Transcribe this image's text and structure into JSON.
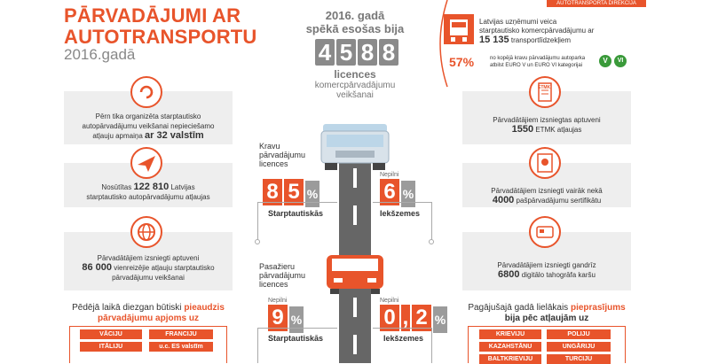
{
  "header": {
    "title_line1": "PĀRVADĀJUMI AR",
    "title_line2": "AUTOTRANSPORTU",
    "year": "2016.gadā",
    "agency": "AUTOTRANSPORTA DIREKCIJA"
  },
  "center": {
    "intro_line1": "2016. gadā",
    "intro_line2": "spēkā esošas bija",
    "digits": [
      "4",
      "5",
      "8",
      "8"
    ],
    "licences": "licences",
    "purpose_line1": "komercpārvadājumu",
    "purpose_line2": "veikšanai"
  },
  "freight": {
    "label_line1": "Kravu",
    "label_line2": "pārvadājumu",
    "label_line3": "licences",
    "intl_digits": [
      "8",
      "5"
    ],
    "intl_pct": "%",
    "intl_label": "Starptautiskās",
    "dom_note": "Nepilni",
    "dom_digits": [
      "6"
    ],
    "dom_pct": "%",
    "dom_label": "Iekšzemes"
  },
  "passenger": {
    "label_line1": "Pasažieru",
    "label_line2": "pārvadājumu",
    "label_line3": "licences",
    "intl_note": "Nepilni",
    "intl_digits": [
      "9"
    ],
    "intl_pct": "%",
    "intl_label": "Starptautiskās",
    "dom_note": "Nepilni",
    "dom_digits": [
      "0",
      ",",
      "2"
    ],
    "dom_pct": "%",
    "dom_label": "Iekšzemes"
  },
  "right_top": {
    "line1": "Latvijas uzņēmumi veica",
    "line2": "starptautisko komercpārvadājumu ar",
    "count": "15 135",
    "count_suffix": "transportlīdzekļiem",
    "pct": "57%",
    "pct_line1": "no kopējā kravu pārvadājumu autoparka",
    "pct_line2": "atbilst EURO V un EURO VI kategorijai",
    "badge_v": "V",
    "badge_vi": "VI"
  },
  "left_panels": [
    {
      "line1": "Pērn tika organizēta starptautisko",
      "line2": "autopārvadājumu veikšanai nepieciešamo",
      "line3_pre": "atļauju apmaiņa",
      "bold": "ar 32 valstīm"
    },
    {
      "pre": "Nosūtītas",
      "bold": "122 810",
      "post": "Latvijas",
      "line2": "starptautisko autopārvadājumu atļaujas"
    },
    {
      "line1": "Pārvadātājiem izsniegti aptuveni",
      "bold": "86 000",
      "post": "vienreizējie atļauju starptautisko",
      "line3": "pārvadājumu veikšanai"
    }
  ],
  "right_panels": [
    {
      "ecmt_label": "ETMK",
      "line1": "Pārvadātājiem izsniegtas aptuveni",
      "bold": "1550",
      "post": "ETMK atļaujas"
    },
    {
      "line1": "Pārvadātājiem izsniegti vairāk nekā",
      "bold": "4000",
      "post": "pašpārvadājumu sertifikātu"
    },
    {
      "line1": "Pārvadātājiem izsniegti gandrīz",
      "bold": "6800",
      "post": "digitālo tahogrāfa karšu"
    }
  ],
  "left_bottom": {
    "line1_pre": "Pēdējā laikā diezgan būtiski",
    "line1_bold": "pieaudzis",
    "line2_bold": "pārvadājumu apjoms uz",
    "countries": [
      "VĀCIJU",
      "FRANCIJU",
      "ITĀLIJU",
      "u.c. ES valstīm"
    ]
  },
  "right_bottom": {
    "line1_pre": "Pagājušajā gadā lielākais",
    "line1_bold": "pieprasījums",
    "line2": "bija pēc atļaujām uz",
    "countries": [
      "KRIEVIJU",
      "POLIJU",
      "KAZAHSTĀNU",
      "UNGĀRIJU",
      "BALTKRIEVIJU",
      "TURCIJU"
    ]
  },
  "colors": {
    "accent": "#e8542b",
    "grey": "#8a8a8a",
    "panel": "#eeeeee",
    "road": "#666666"
  }
}
